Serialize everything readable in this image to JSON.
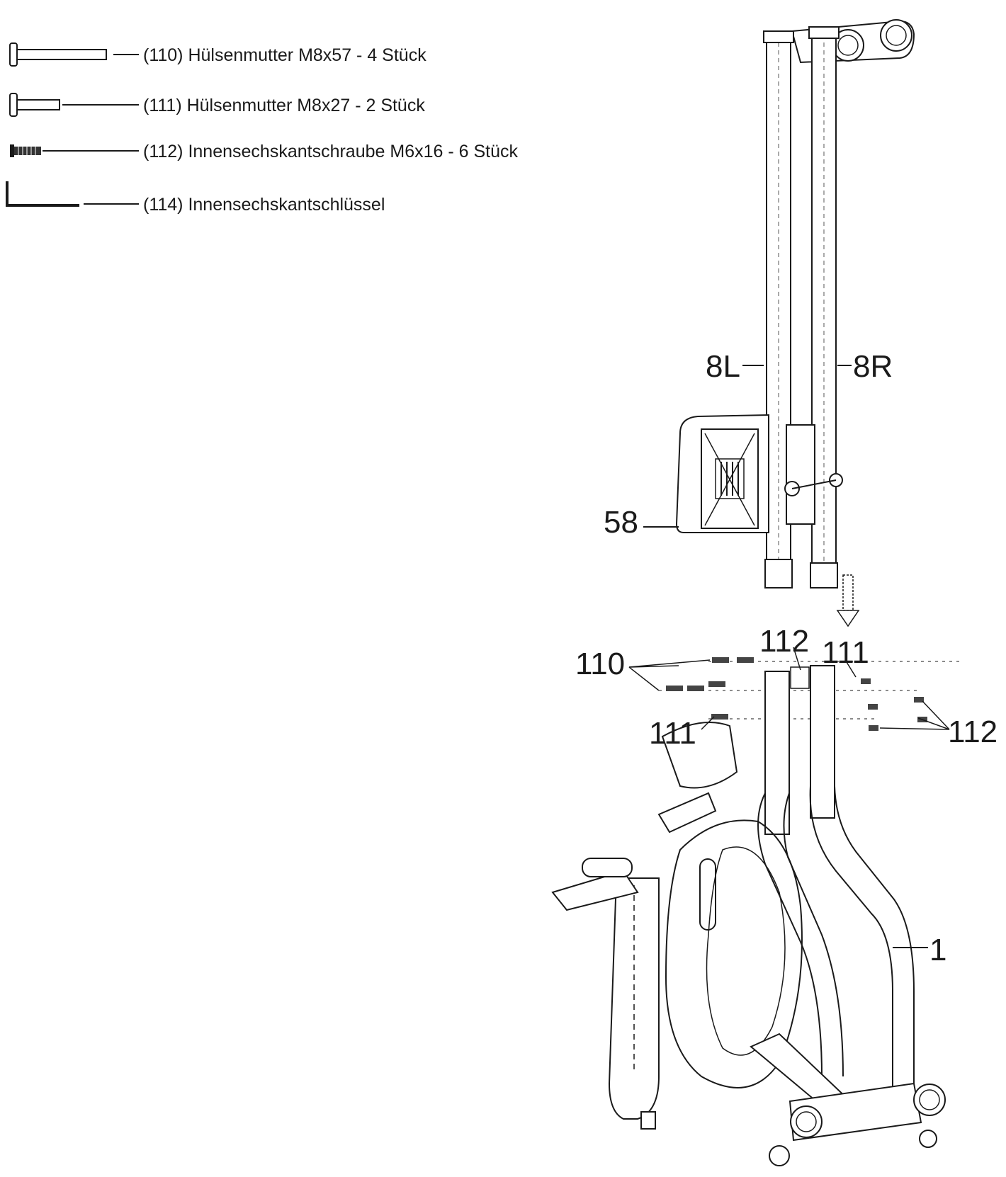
{
  "legend": [
    {
      "id": "110",
      "text": "(110) Hülsenmutter M8x57 - 4 Stück",
      "icon": "long-sleeve-nut-icon"
    },
    {
      "id": "111",
      "text": "(111) Hülsenmutter M8x27 - 2 Stück",
      "icon": "short-sleeve-nut-icon"
    },
    {
      "id": "112",
      "text": "(112) Innensechskantschraube M6x16 - 6 Stück",
      "icon": "hex-socket-screw-icon"
    },
    {
      "id": "114",
      "text": "(114) Innensechskantschlüssel",
      "icon": "allen-key-icon"
    }
  ],
  "callouts": {
    "rail_left": "8L",
    "rail_right": "8R",
    "monitor": "58",
    "frame": "1",
    "c110": "110",
    "c111_top": "111",
    "c111_left": "111",
    "c112_top": "112",
    "c112_right": "112"
  },
  "colors": {
    "line": "#1a1a1a",
    "background": "#ffffff"
  }
}
